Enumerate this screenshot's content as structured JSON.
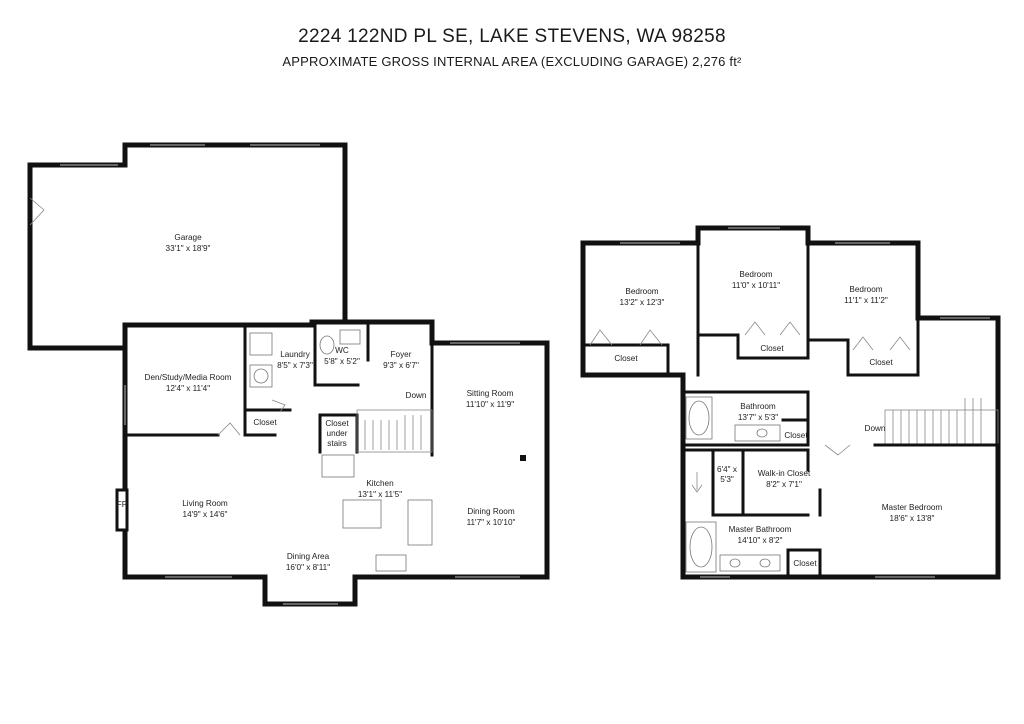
{
  "header": {
    "title": "2224 122ND PL SE, LAKE STEVENS, WA 98258",
    "subtitle": "APPROXIMATE GROSS INTERNAL AREA (EXCLUDING GARAGE) 2,276 ft²"
  },
  "main_floor": {
    "garage": {
      "name": "Garage",
      "size": "33'1\" x 18'9\""
    },
    "den": {
      "name": "Den/Study/Media Room",
      "size": "12'4\" x 11'4\""
    },
    "laundry": {
      "name": "Laundry",
      "size": "8'5\" x 7'3\""
    },
    "wc": {
      "name": "WC",
      "size": "5'8\" x 5'2\""
    },
    "foyer": {
      "name": "Foyer",
      "size": "9'3\" x 6'7\""
    },
    "sitting": {
      "name": "Sitting Room",
      "size": "11'10\" x 11'9\""
    },
    "closet": {
      "name": "Closet"
    },
    "closet_stairs": {
      "line1": "Closet",
      "line2": "under",
      "line3": "stairs"
    },
    "down": "Down",
    "kitchen": {
      "name": "Kitchen",
      "size": "13'1\" x 11'5\""
    },
    "living": {
      "name": "Living Room",
      "size": "14'9\" x 14'6\""
    },
    "dining_room": {
      "name": "Dining Room",
      "size": "11'7\" x 10'10\""
    },
    "dining_area": {
      "name": "Dining Area",
      "size": "16'0\" x 8'11\""
    },
    "fp": "FP"
  },
  "upper_floor": {
    "bedroom1": {
      "name": "Bedroom",
      "size": "13'2\" x 12'3\""
    },
    "bedroom2": {
      "name": "Bedroom",
      "size": "11'0\" x 10'11\""
    },
    "bedroom3": {
      "name": "Bedroom",
      "size": "11'1\" x 11'2\""
    },
    "closet1": "Closet",
    "closet2": "Closet",
    "closet3": "Closet",
    "bathroom": {
      "name": "Bathroom",
      "size": "13'7\" x 5'3\""
    },
    "bath_closet": "Closet",
    "down": "Down",
    "small_room": {
      "line1": "6'4\" x",
      "line2": "5'3\""
    },
    "walkin": {
      "name": "Walk-in Closet",
      "size": "8'2\" x 7'1\""
    },
    "master_bath": {
      "name": "Master Bathroom",
      "size": "14'10\" x 8'2\""
    },
    "master_bed": {
      "name": "Master Bedroom",
      "size": "18'6\" x 13'8\""
    },
    "master_closet": "Closet"
  }
}
